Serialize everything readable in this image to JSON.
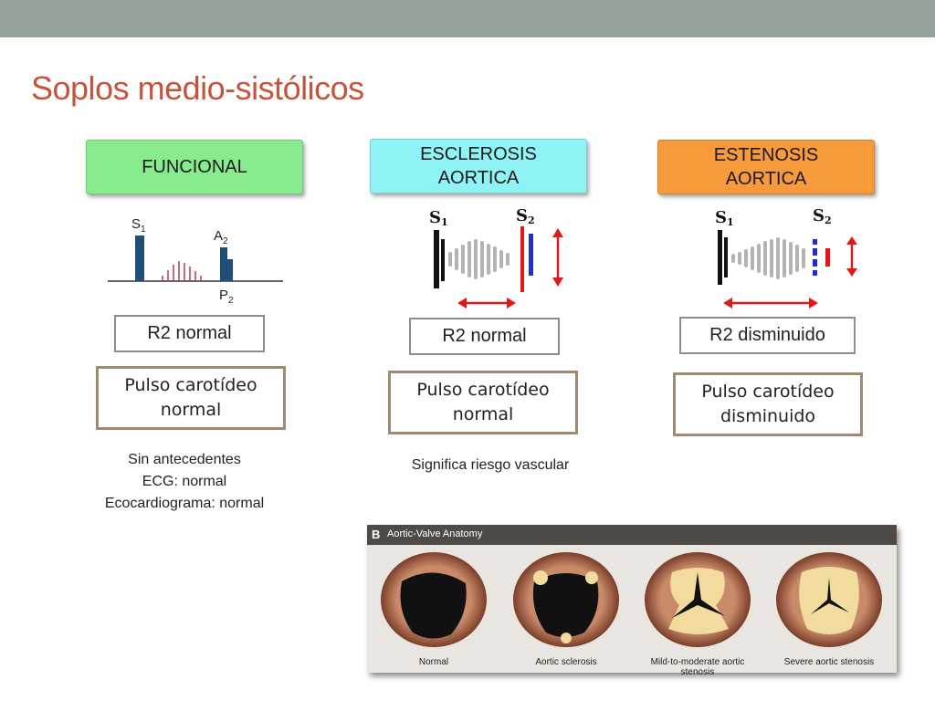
{
  "slide": {
    "title": "Soplos medio-sistólicos"
  },
  "columns": [
    {
      "header": "FUNCIONAL",
      "header_color": "#88ec8f",
      "r2": "R2 normal",
      "pulse_line1": "Pulso carotídeo",
      "pulse_line2": "normal",
      "notes": [
        "Sin antecedentes",
        "ECG: normal",
        "Ecocardiograma: normal"
      ]
    },
    {
      "header_line1": "ESCLEROSIS",
      "header_line2": "AORTICA",
      "header_color": "#8ff2f5",
      "r2": "R2 normal",
      "pulse_line1": "Pulso carotídeo",
      "pulse_line2": "normal",
      "notes": [
        "Significa riesgo vascular"
      ]
    },
    {
      "header_line1": "ESTENOSIS",
      "header_line2": "AORTICA",
      "header_color": "#f79a3b",
      "r2": "R2 disminuido",
      "pulse_line1": "Pulso carotídeo",
      "pulse_line2": "disminuido"
    }
  ],
  "phono_functional": {
    "s1": "S",
    "s1_sub": "1",
    "a2": "A",
    "a2_sub": "2",
    "p2": "P",
    "p2_sub": "2"
  },
  "phono_labels": {
    "s1": "S",
    "s1_sub": "1",
    "s2": "S",
    "s2_sub": "2"
  },
  "figure": {
    "panel_letter": "B",
    "caption": "Aortic-Valve Anatomy",
    "labels": [
      "Normal",
      "Aortic sclerosis",
      "Mild-to-moderate aortic stenosis",
      "Severe aortic stenosis"
    ]
  }
}
